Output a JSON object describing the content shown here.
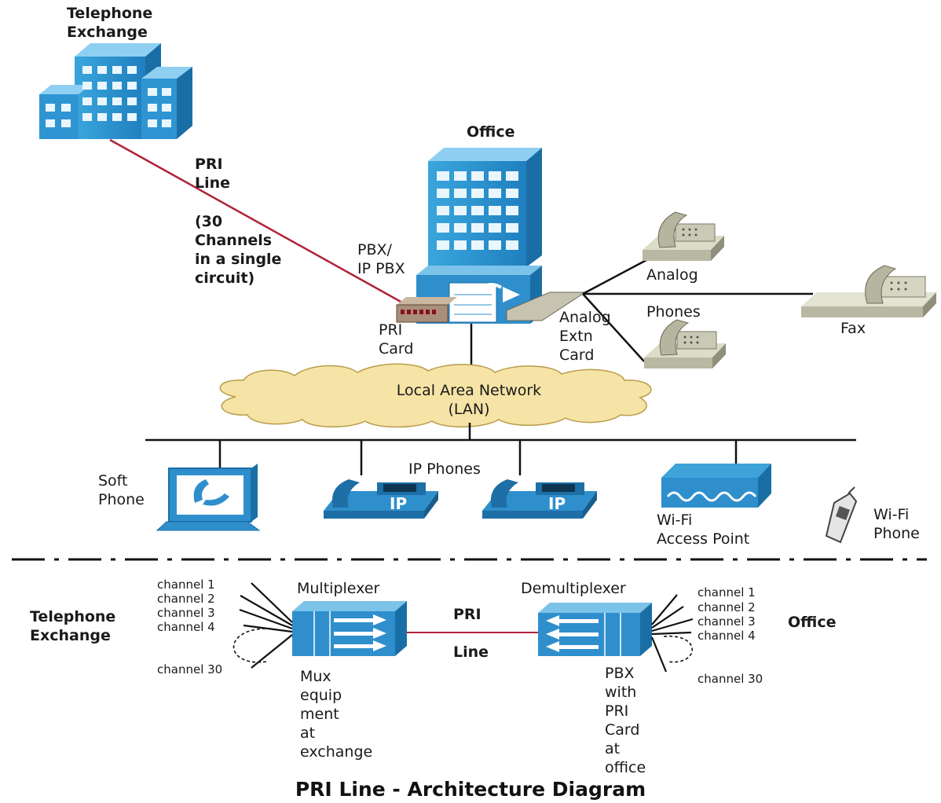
{
  "top": {
    "exchange_label": "Telephone\nExchange",
    "pri_line_label": "PRI\nLine",
    "channels_note": "(30\nChannels\nin a single\ncircuit)",
    "office_label": "Office",
    "pbx_label": "PBX/\nIP PBX",
    "pri_card_label": "PRI\nCard",
    "analog_extn_card_label": "Analog\nExtn\nCard",
    "analog_label": "Analog",
    "phones_label": "Phones",
    "fax_label": "Fax",
    "lan_label": "Local Area Network\n(LAN)",
    "soft_phone_label": "Soft\nPhone",
    "ip_phones_label": "IP Phones",
    "ip_badge": "IP",
    "wifi_ap_label": "Wi-Fi\nAccess Point",
    "wifi_phone_label": "Wi-Fi\nPhone"
  },
  "bottom": {
    "exchange_label": "Telephone\nExchange",
    "office_label": "Office",
    "multiplexer_label": "Multiplexer",
    "demultiplexer_label": "Demultiplexer",
    "pri_label": "PRI",
    "line_label": "Line",
    "left_channels": [
      "channel 1",
      "channel 2",
      "channel 3",
      "channel 4",
      "channel 30"
    ],
    "right_channels": [
      "channel 1",
      "channel 2",
      "channel 3",
      "channel 4",
      "channel 30"
    ],
    "mux_note": "Mux\nequip\nment\nat\nexchange",
    "pbx_note": "PBX\nwith\nPRI\nCard\nat\noffice"
  },
  "title": "PRI Line - Architecture Diagram",
  "colors": {
    "device_blue": "#2f8fcc",
    "device_dark": "#1d6fa6",
    "pri_line": "#b0223a",
    "lan_cloud": "#f6e3a6",
    "phone_gray": "#c9c9b6"
  }
}
